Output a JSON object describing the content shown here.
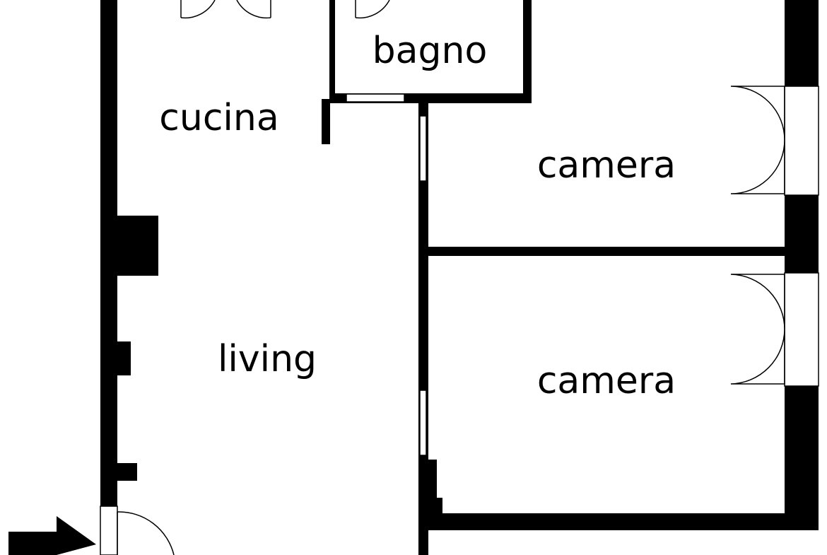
{
  "rooms": {
    "cucina": "cucina",
    "bagno": "bagno",
    "camera_1": "camera",
    "camera_2": "camera",
    "living": "living"
  },
  "colors": {
    "wall": "#000000",
    "background": "#ffffff"
  },
  "icons": {
    "entrance": "entrance-arrow-icon"
  }
}
